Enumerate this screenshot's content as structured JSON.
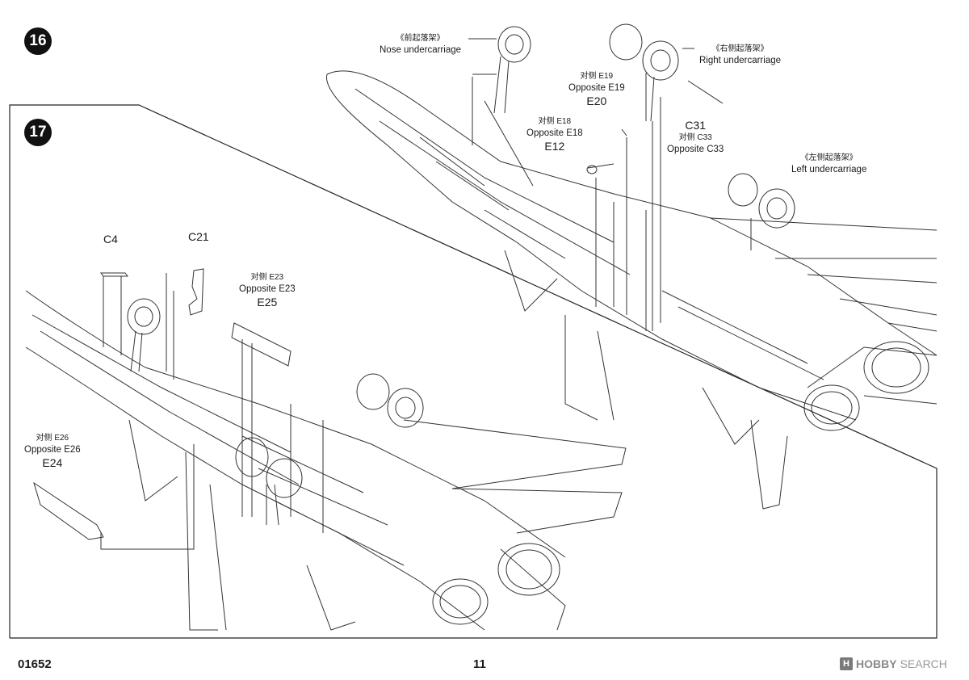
{
  "step16": {
    "number": "16",
    "nose": {
      "cn": "《前起落架》",
      "en": "Nose undercarriage"
    },
    "right": {
      "cn": "《右侧起落架》",
      "en": "Right undercarriage"
    },
    "left": {
      "cn": "《左侧起落架》",
      "en": "Left undercarriage"
    },
    "e20": {
      "cn": "对侧 E19",
      "en": "Opposite E19",
      "part": "E20"
    },
    "e12": {
      "cn": "对侧 E18",
      "en": "Opposite E18",
      "part": "E12"
    },
    "c31": {
      "part": "C31",
      "cn": "对侧 C33",
      "en": "Opposite C33"
    }
  },
  "step17": {
    "number": "17",
    "c4": "C4",
    "c21": "C21",
    "e25": {
      "cn": "对侧 E23",
      "en": "Opposite E23",
      "part": "E25"
    },
    "e24": {
      "cn": "对侧 E26",
      "en": "Opposite E26",
      "part": "E24"
    }
  },
  "footer": {
    "code": "01652",
    "page": "11",
    "watermark_logo": "H",
    "watermark_brand": "HOBBY",
    "watermark_word": "SEARCH"
  }
}
